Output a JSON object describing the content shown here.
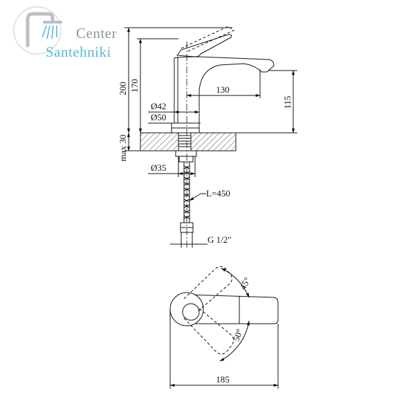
{
  "logo": {
    "line1": "Center",
    "line2": "Santehniki",
    "colors": {
      "grey": "#8f969b",
      "blue": "#58b8d8"
    }
  },
  "side_view": {
    "dims": {
      "height_total": "200",
      "height_spout": "170",
      "reach": "130",
      "spout_height": "115",
      "diameter_base_inner": "Ø42",
      "diameter_base_outer": "Ø50",
      "max_thickness": "max 30",
      "diameter_thread": "Ø35",
      "hose_length": "L=450",
      "hose_thread": "G 1/2\""
    }
  },
  "top_view": {
    "dims": {
      "angle_forward": "45°",
      "angle_back": "50°",
      "width": "185"
    }
  }
}
